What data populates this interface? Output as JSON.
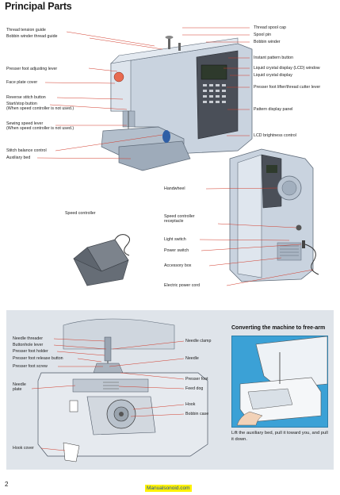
{
  "page": {
    "title": "Principal Parts",
    "number": "2",
    "watermark": "Manualsonoid.com"
  },
  "top_labels": {
    "thread_tension_guide": "Thread tension guide",
    "bobbin_winder_thread_guide": "Bobbin winder thread guide",
    "presser_foot_adjusting_lever": "Presser foot adjusting lever",
    "face_plate_cover": "Face plate cover",
    "reverse_stitch_button": "Reverse stitch button",
    "start_stop_button": "Start/stop button\n(When speed controller is not used.)",
    "sewing_speed_lever": "Sewing speed lever\n(When speed controller is not used.)",
    "stitch_balance_control": "Stitch balance control",
    "auxiliary_bed": "Auxiliary bed",
    "thread_spool_cap": "Thread spool cap",
    "spool_pin": "Spool pin",
    "bobbin_winder": "Bobbin winder",
    "instant_pattern_button": "Instant pattern button",
    "lcd_window": "Liquid crystal display (LCD) window",
    "liquid_crystal_display": "Liquid crystal display",
    "presser_foot_lifter": "Presser foot lifter/thread cutter lever",
    "pattern_display_panel": "Pattern display panel",
    "lcd_brightness_control": "LCD brightness control"
  },
  "side_labels": {
    "handwheel": "Handwheel",
    "speed_controller": "Speed controller",
    "speed_controller_receptacle": "Speed controller\nreceptacle",
    "light_switch": "Light switch",
    "power_switch": "Power switch",
    "accessory_box": "Accessory box",
    "electric_power_cord": "Electric power cord"
  },
  "bottom_labels": {
    "needle_threader": "Needle threader",
    "buttonhole_lever": "Buttonhole lever",
    "presser_foot_holder": "Presser foot holder",
    "presser_foot_release_button": "Presser foot release button",
    "presser_foot_screw": "Presser foot screw",
    "needle_plate": "Needle\nplate",
    "hook_cover": "Hook cover",
    "needle_clamp": "Needle clamp",
    "needle": "Needle",
    "presser_foot": "Presser foot",
    "feed_dog": "Feed dog",
    "hook": "Hook",
    "bobbin_case": "Bobbin case"
  },
  "free_arm": {
    "title": "Converting the machine to free-arm",
    "caption": "Lift the auxiliary bed, pull it toward you, and pull it down."
  },
  "colors": {
    "machine_body": "#c9d3df",
    "machine_shadow": "#8e9cae",
    "panel_dark": "#4a4f58",
    "leader_red": "#d23a2a",
    "free_arm_blue": "#3ba1d6",
    "bottom_panel_bg": "#dfe4ea"
  }
}
